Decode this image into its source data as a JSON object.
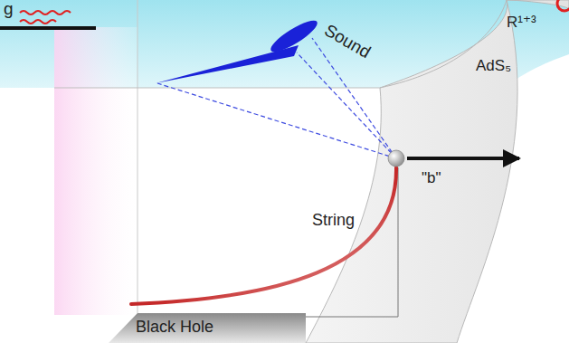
{
  "diagram": {
    "labels": [
      "g",
      "Sound",
      "R¹⁺³",
      "AdS₅",
      "\"b\"",
      "String",
      "Black Hole"
    ]
  }
}
